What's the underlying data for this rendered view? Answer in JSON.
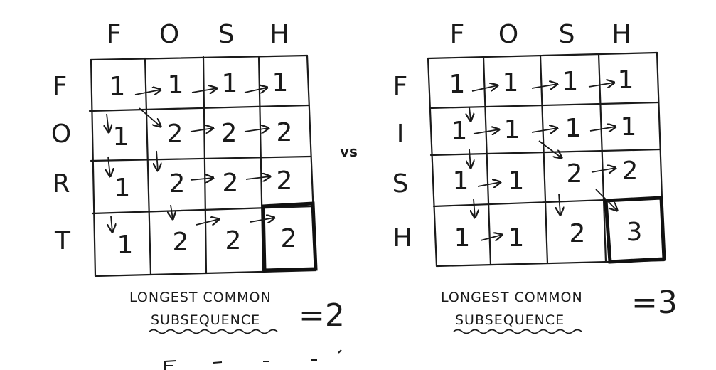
{
  "comparison_label": "vs",
  "left": {
    "col_headers": [
      "F",
      "O",
      "S",
      "H"
    ],
    "row_headers": [
      "F",
      "O",
      "R",
      "T"
    ],
    "cells": [
      [
        "1",
        "1",
        "1",
        "1"
      ],
      [
        "1",
        "2",
        "2",
        "2"
      ],
      [
        "1",
        "2",
        "2",
        "2"
      ],
      [
        "1",
        "2",
        "2",
        "2"
      ]
    ],
    "caption_line1": "LONGEST COMMON",
    "caption_line2": "SUBSEQUENCE",
    "result": "=2"
  },
  "right": {
    "col_headers": [
      "F",
      "O",
      "S",
      "H"
    ],
    "row_headers": [
      "F",
      "I",
      "S",
      "H"
    ],
    "cells": [
      [
        "1",
        "1",
        "1",
        "1"
      ],
      [
        "1",
        "1",
        "1",
        "1"
      ],
      [
        "1",
        "1",
        "2",
        "2"
      ],
      [
        "1",
        "1",
        "2",
        "3"
      ]
    ],
    "caption_line1": "LONGEST COMMON",
    "caption_line2": "SUBSEQUENCE",
    "result": "=3"
  }
}
